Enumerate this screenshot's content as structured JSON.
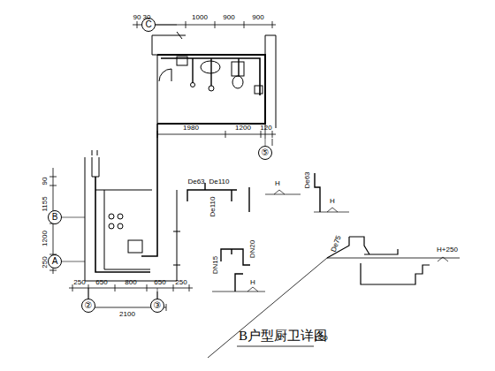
{
  "diagram": {
    "title": "B户型厨卫详图",
    "nodes": [
      {
        "text": [
          "C"
        ]
      },
      {
        "text": [
          "B"
        ]
      },
      {
        "text": [
          "A"
        ]
      },
      {
        "text": [
          "②"
        ]
      },
      {
        "text": [
          "③"
        ]
      },
      {
        "text": [
          "⑤"
        ]
      }
    ],
    "labels": [
      "90",
      "30",
      "1000",
      "900",
      "900",
      "1980",
      "1200",
      "120",
      "90",
      "1155",
      "1200",
      "250",
      "250",
      "650",
      "800",
      "650",
      "250",
      "2100",
      "De63",
      "De110",
      "De110",
      "H",
      "De63",
      "H",
      "DN15",
      "DN20",
      "H",
      "De75",
      "H+250",
      "1:50"
    ]
  }
}
